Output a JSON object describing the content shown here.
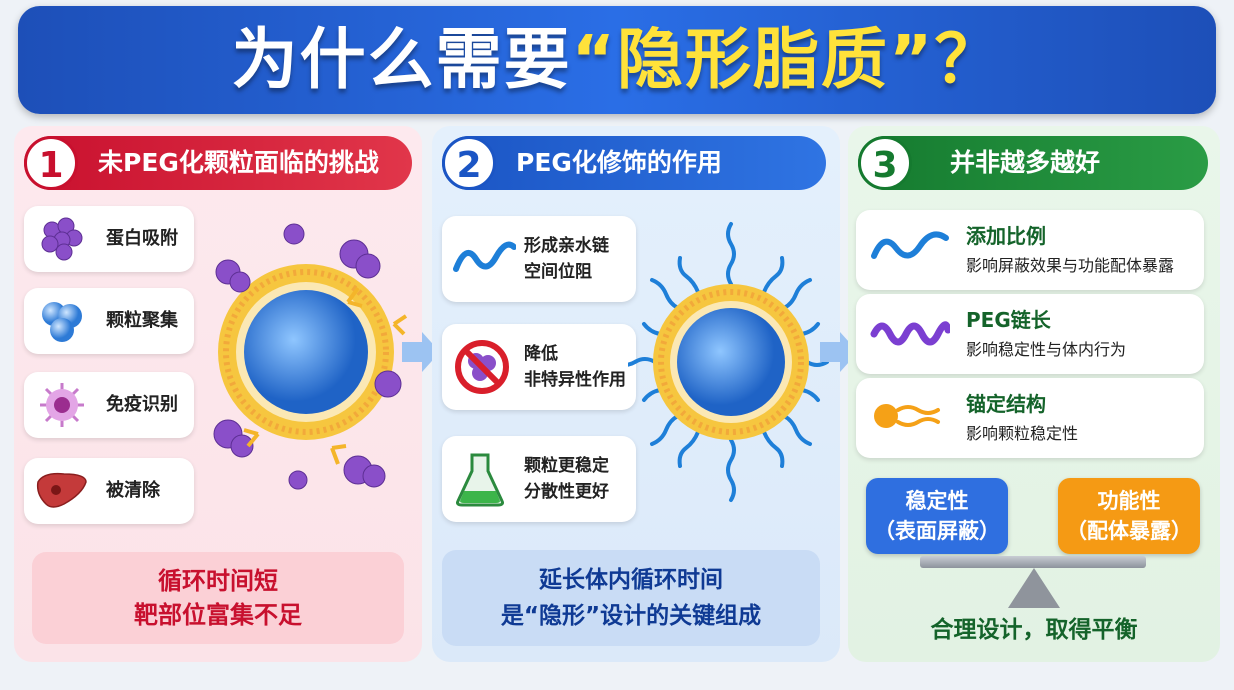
{
  "title": {
    "part1": "为什么需要",
    "part2": "“隐形脂质”？"
  },
  "panel1": {
    "number": "1",
    "title": "未PEG化颗粒面临的挑战",
    "items": [
      {
        "label": "蛋白吸附",
        "icon": "protein-cluster-icon"
      },
      {
        "label": "颗粒聚集",
        "icon": "particle-aggregate-icon"
      },
      {
        "label": "免疫识别",
        "icon": "immune-cell-icon"
      },
      {
        "label": "被清除",
        "icon": "liver-icon"
      }
    ],
    "footer": [
      "循环时间短",
      "靶部位富集不足"
    ]
  },
  "panel2": {
    "number": "2",
    "title": "PEG化修饰的作用",
    "items": [
      {
        "lines": [
          "形成亲水链",
          "空间位阻"
        ],
        "icon": "wavy-chain-icon"
      },
      {
        "lines": [
          "降低",
          "非特异性作用"
        ],
        "icon": "no-protein-icon"
      },
      {
        "lines": [
          "颗粒更稳定",
          "分散性更好"
        ],
        "icon": "flask-icon"
      }
    ],
    "footer": [
      "延长体内循环时间",
      "是“隐形”设计的关键组成"
    ]
  },
  "panel3": {
    "number": "3",
    "title": "并非越多越好",
    "items": [
      {
        "heading": "添加比例",
        "desc": "影响屏蔽效果与功能配体暴露",
        "icon": "blue-chain-icon"
      },
      {
        "heading": "PEG链长",
        "desc": "影响稳定性与体内行为",
        "icon": "purple-chain-icon"
      },
      {
        "heading": "锚定结构",
        "desc": "影响颗粒稳定性",
        "icon": "anchor-lipid-icon"
      }
    ],
    "balance": {
      "left": [
        "稳定性",
        "（表面屏蔽）"
      ],
      "right": [
        "功能性",
        "（配体暴露）"
      ]
    },
    "footer": "合理设计，取得平衡"
  },
  "colors": {
    "red": "#c8102e",
    "blue": "#1b55c4",
    "green": "#157a2f",
    "yellow": "#ffe23a",
    "orange": "#f59a14"
  }
}
